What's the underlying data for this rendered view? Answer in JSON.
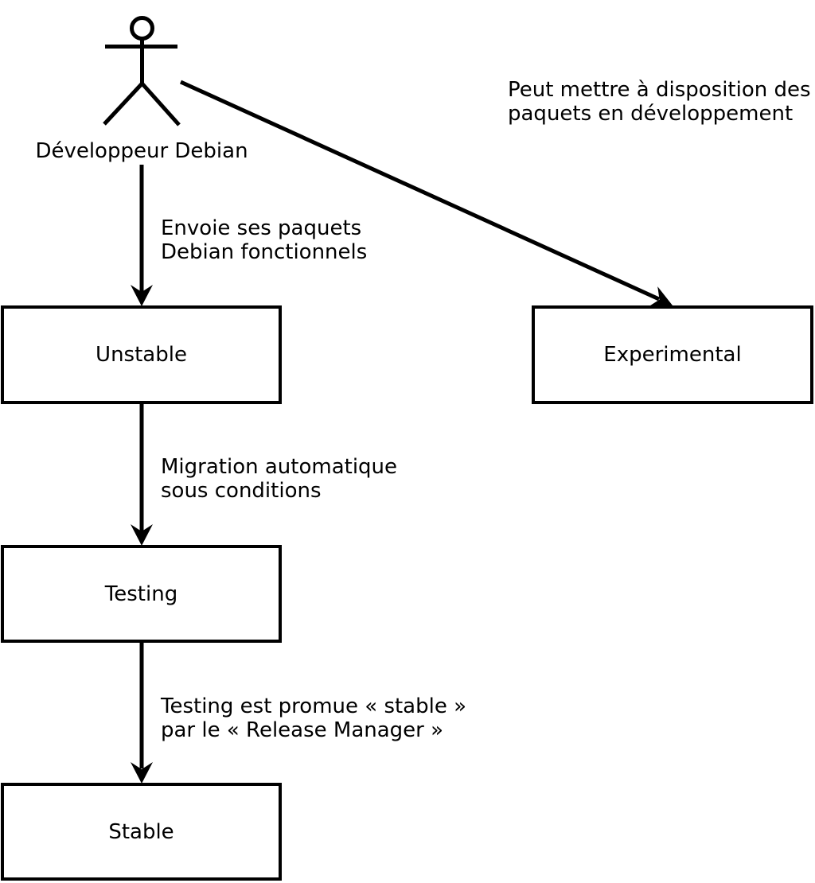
{
  "diagram": {
    "language": "fr",
    "actor": {
      "label": "Développeur Debian"
    },
    "nodes": [
      {
        "id": "unstable",
        "label": "Unstable"
      },
      {
        "id": "experimental",
        "label": "Experimental"
      },
      {
        "id": "testing",
        "label": "Testing"
      },
      {
        "id": "stable",
        "label": "Stable"
      }
    ],
    "edges": [
      {
        "from": "Développeur Debian",
        "to": "Unstable",
        "lines": [
          "Envoie ses paquets",
          "Debian fonctionnels"
        ]
      },
      {
        "from": "Développeur Debian",
        "to": "Experimental",
        "lines": [
          "Peut mettre à disposition des",
          "paquets en développement"
        ]
      },
      {
        "from": "Unstable",
        "to": "Testing",
        "lines": [
          "Migration automatique",
          "sous conditions"
        ]
      },
      {
        "from": "Testing",
        "to": "Stable",
        "lines": [
          "Testing est promue « stable »",
          "par le « Release Manager »"
        ]
      }
    ],
    "colors": {
      "stroke": "#000000",
      "node_fill": "#ffffff",
      "background": "#ffffff",
      "text": "#000000"
    }
  }
}
